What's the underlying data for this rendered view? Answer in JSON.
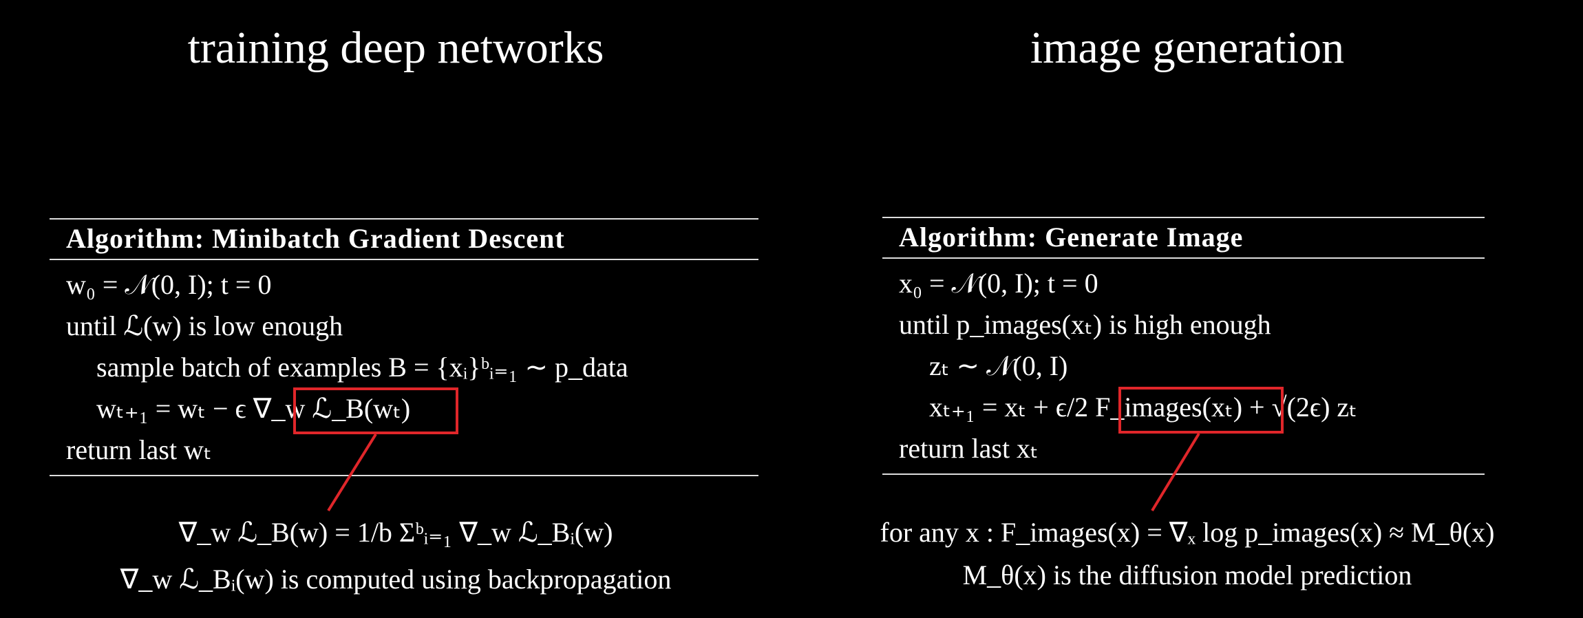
{
  "left": {
    "title": "training deep networks",
    "algorithm": {
      "header": "Algorithm: Minibatch Gradient Descent",
      "lines": [
        "w₀ = 𝒩(0, I);  t = 0",
        "until ℒ(w) is low enough",
        "sample batch of examples B = {xᵢ}ᵇᵢ₌₁ ∼ p_data",
        "wₜ₊₁ = wₜ − ϵ ∇_w ℒ_B(wₜ)",
        "return last wₜ"
      ]
    },
    "highlight_text": "∇_w ℒ_B(wₜ)",
    "notes": [
      "∇_w ℒ_B(w) = 1/b Σᵇᵢ₌₁ ∇_w ℒ_Bᵢ(w)",
      "∇_w ℒ_Bᵢ(w) is computed using backpropagation"
    ]
  },
  "right": {
    "title": "image generation",
    "algorithm": {
      "header": "Algorithm: Generate Image",
      "lines": [
        "x₀ = 𝒩(0, I);  t = 0",
        "until p_images(xₜ) is high enough",
        "zₜ ∼ 𝒩(0, I)",
        "xₜ₊₁ = xₜ + ϵ/2 F_images(xₜ) + √(2ϵ) zₜ",
        "return last xₜ"
      ]
    },
    "highlight_text": "F_images(xₜ)",
    "notes": [
      "for any x :  F_images(x) = ∇ₓ log p_images(x) ≈ M_θ(x)",
      "M_θ(x) is the diffusion model prediction"
    ]
  },
  "colors": {
    "background": "#000000",
    "text": "#ffffff",
    "highlight": "#e0262a"
  }
}
